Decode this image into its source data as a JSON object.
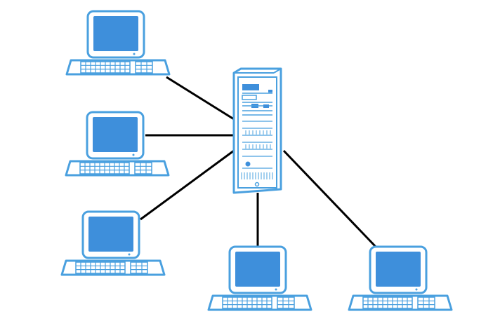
{
  "colors": {
    "outline": "#4aa0df",
    "screen": "#3e8fdb",
    "body_fill": "#ffffff",
    "cable": "#000000"
  },
  "diagram": {
    "type": "star-network",
    "center": {
      "node": "server",
      "icon": "server-tower-icon"
    },
    "nodes": [
      {
        "id": "computer-1",
        "icon": "computer-icon"
      },
      {
        "id": "computer-2",
        "icon": "computer-icon"
      },
      {
        "id": "computer-3",
        "icon": "computer-icon"
      },
      {
        "id": "computer-4",
        "icon": "computer-icon"
      },
      {
        "id": "computer-5",
        "icon": "computer-icon"
      }
    ],
    "links": [
      {
        "from": "computer-1",
        "to": "server"
      },
      {
        "from": "computer-2",
        "to": "server"
      },
      {
        "from": "computer-3",
        "to": "server"
      },
      {
        "from": "computer-4",
        "to": "server"
      },
      {
        "from": "computer-5",
        "to": "server"
      }
    ]
  }
}
